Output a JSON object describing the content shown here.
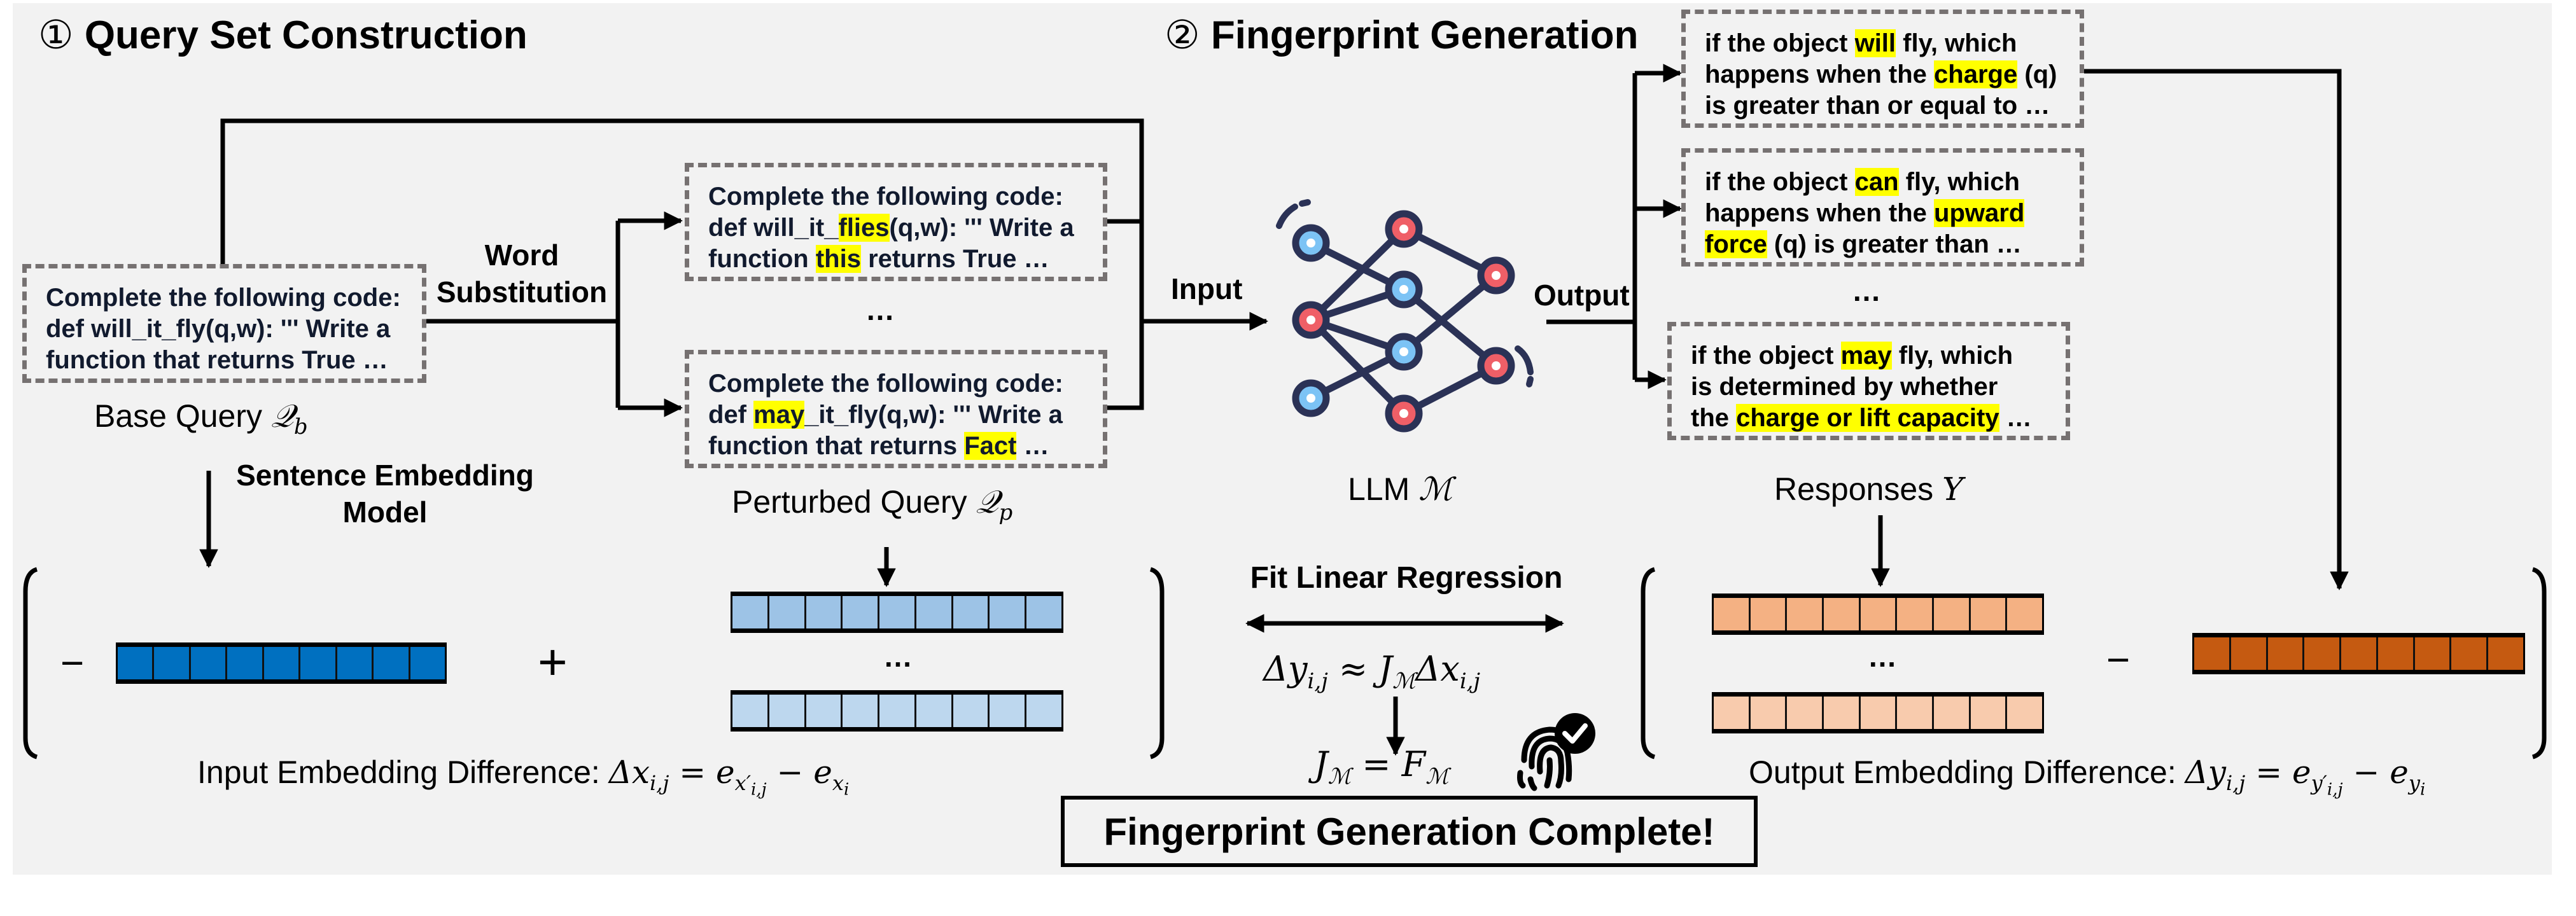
{
  "sections": {
    "query_set": {
      "number": "①",
      "title": "Query Set Construction"
    },
    "fingerprint": {
      "number": "②",
      "title": "Fingerprint Generation"
    }
  },
  "base_query": {
    "lines": [
      [
        "Complete the following code:"
      ],
      [
        "def will_it_fly(q,w): ''' Write a"
      ],
      [
        "function that returns True …"
      ]
    ],
    "caption": "Base Query",
    "caption_math": "𝒬",
    "caption_sub": "b"
  },
  "word_substitution": {
    "line1": "Word",
    "line2": "Substitution"
  },
  "perturbed_queries": [
    {
      "line1": "Complete the following code:",
      "line2_pre": "def will_it_",
      "line2_hl": "flies",
      "line2_post": "(q,w): ''' Write a",
      "line3_pre": "function ",
      "line3_hl": "this",
      "line3_post": " returns True …"
    },
    {
      "line1": "Complete the following code:",
      "line2_pre": "def ",
      "line2_hl": "may",
      "line2_post": "_it_fly(q,w): ''' Write a",
      "line3_pre": "function that returns ",
      "line3_hl": "Fact",
      "line3_post": " …"
    }
  ],
  "ellipsis": "…",
  "perturbed_caption": "Perturbed Query",
  "perturbed_caption_math": "𝒬",
  "perturbed_caption_sub": "p",
  "sentence_embedding": {
    "line1": "Sentence Embedding",
    "line2": "Model"
  },
  "input_label": "Input",
  "output_label": "Output",
  "llm_caption": "LLM",
  "llm_caption_math": "ℳ",
  "responses": [
    {
      "l1_pre": "if the object ",
      "l1_hl": "will",
      "l1_post": " fly, which",
      "l2_pre": "happens when the ",
      "l2_hl": "charge",
      "l2_post": " (q)",
      "l3_pre": "is greater than or equal to …",
      "l3_hl": "",
      "l3_post": ""
    },
    {
      "l1_pre": "if the object ",
      "l1_hl": "can",
      "l1_post": " fly, which",
      "l2_pre": "happens when the ",
      "l2_hl": "upward",
      "l2_post": "",
      "l3_pre": "",
      "l3_hl": "force",
      "l3_post": " (q) is greater than …"
    },
    {
      "l1_pre": "if the object ",
      "l1_hl": "may",
      "l1_post": " fly, which",
      "l2_pre": "is determined by whether",
      "l2_hl": "",
      "l2_post": "",
      "l3_pre": "the ",
      "l3_hl": "charge or lift capacity",
      "l3_post": " …"
    }
  ],
  "responses_caption": "Responses",
  "responses_caption_math": "Y",
  "fit_regression": "Fit Linear Regression",
  "formula_approx": "Δyᵢ,ⱼ ≈ Jₘ Δxᵢ,ⱼ",
  "formula_main": {
    "dy": "Δy",
    "approx": "≈",
    "J": "J",
    "dx": "Δx",
    "sub_ij": "i,j",
    "sub_M": "ℳ"
  },
  "formula_result": {
    "J": "J",
    "eq": "=",
    "F": "F",
    "sub_M": "ℳ"
  },
  "input_embedding_caption": "Input Embedding Difference: ",
  "input_embedding_formula": {
    "lhs": "Δx",
    "lhs_sub": "i,j",
    "eq": " = e",
    "t1_sub": "x′",
    "t1_subsub": "i,j",
    "minus": " − e",
    "t2_sub": "x",
    "t2_subsub": "i"
  },
  "output_embedding_caption": "Output Embedding Difference: ",
  "output_embedding_formula": {
    "lhs": "Δy",
    "lhs_sub": "i,j",
    "eq": " = e",
    "t1_sub": "y′",
    "t1_subsub": "i,j",
    "minus": " − e",
    "t2_sub": "y",
    "t2_subsub": "i"
  },
  "minus_sign": "−",
  "plus_sign": "+",
  "complete_banner": "Fingerprint Generation Complete!",
  "icons": {
    "network": "neural-network-icon",
    "fingerprint": "fingerprint-check-icon"
  },
  "colors": {
    "input_base_vector": "#0070c0",
    "input_perturbed_vector_1": "#9dc3e6",
    "input_perturbed_vector_2": "#bdd7ee",
    "output_perturbed_vector_1": "#f4b183",
    "output_perturbed_vector_2": "#f8cbad",
    "output_base_vector": "#c55a11",
    "highlight": "#ffff00",
    "dashed_border": "#767171",
    "node_blue": "#7cc3f5",
    "node_red": "#ef5f67",
    "node_stroke": "#2b3256"
  },
  "vector_cells": 9
}
